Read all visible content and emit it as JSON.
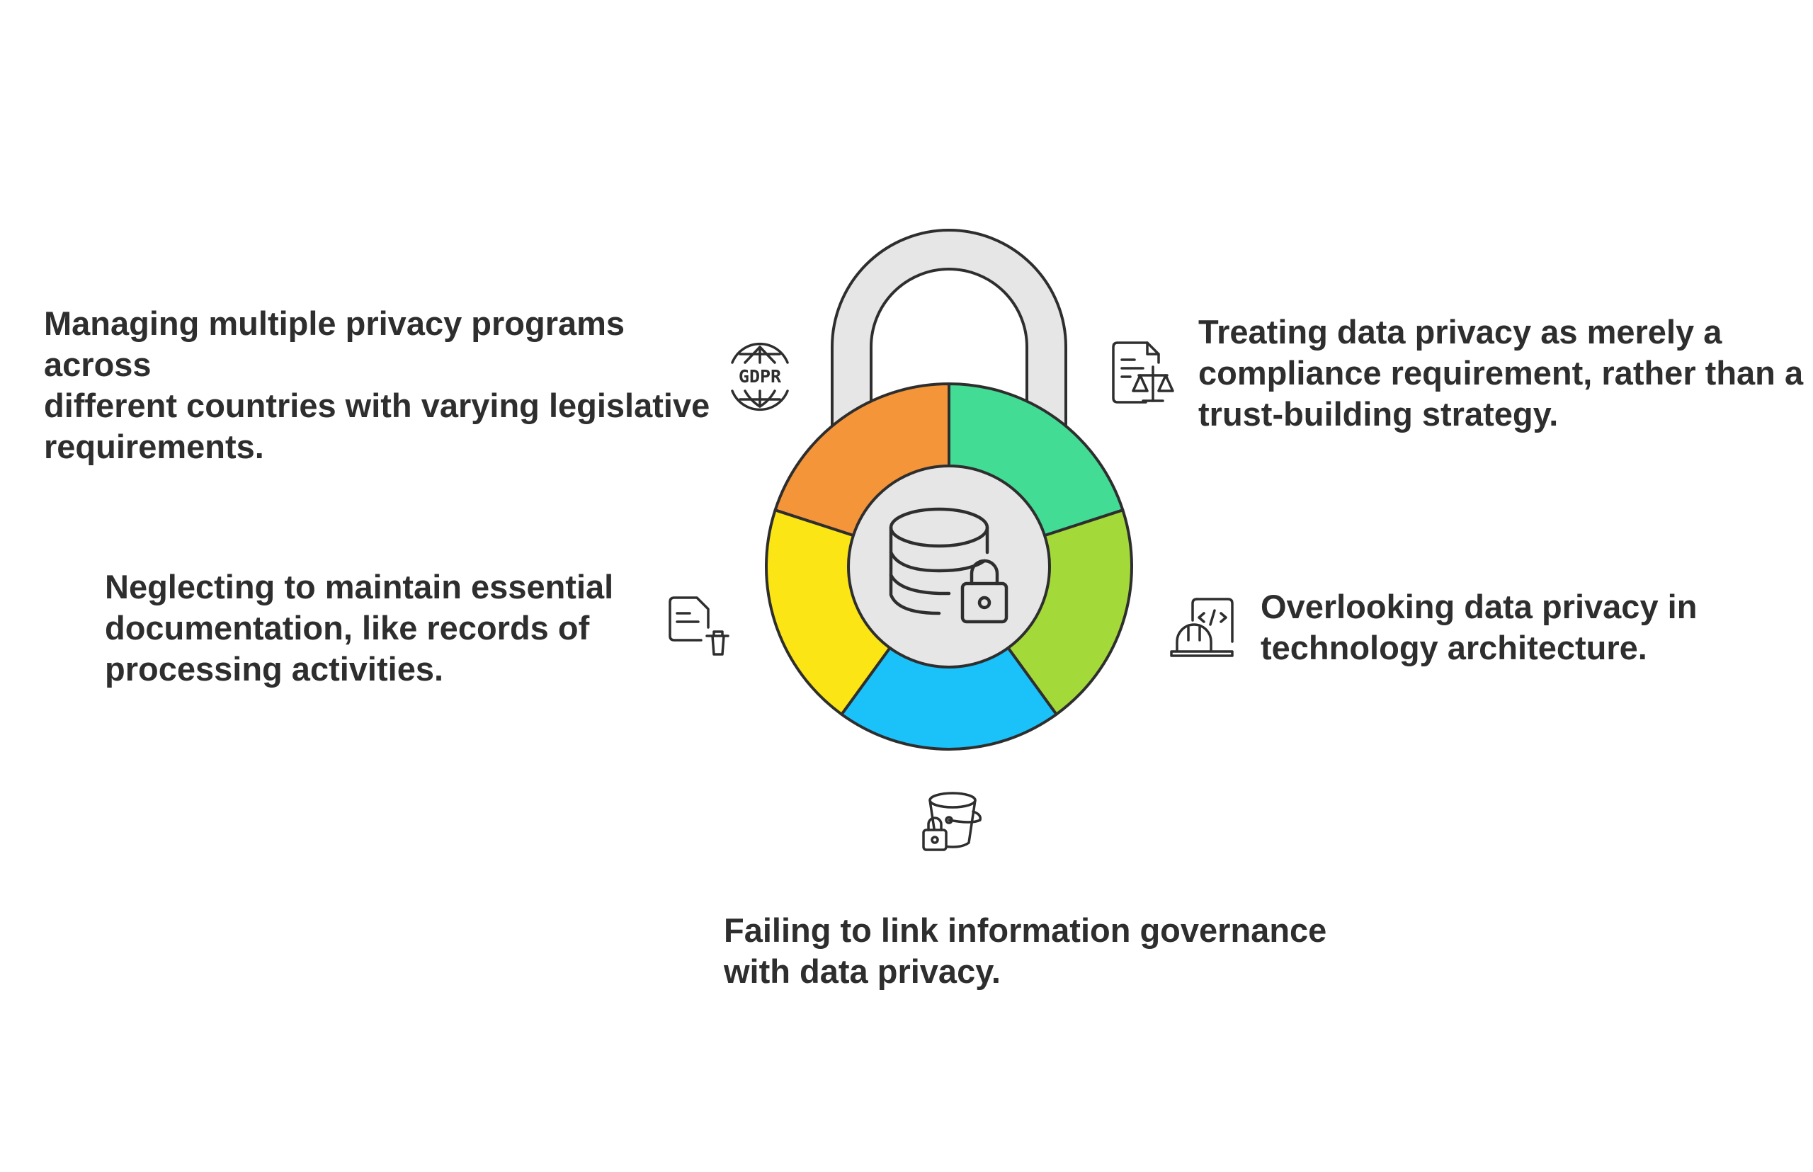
{
  "colors": {
    "shackle": "#e6e6e6",
    "outline": "#2e2e2e",
    "segment_orange": "#f5953a",
    "segment_teal": "#43dc95",
    "segment_lime": "#a4d93a",
    "segment_blue": "#1bc2fa",
    "segment_yellow": "#fce514",
    "center_disk": "#e6e6e6",
    "text": "#2e2e2e"
  },
  "center": {
    "icon": "database-lock-icon"
  },
  "items": [
    {
      "id": "gdpr",
      "text": "Managing multiple privacy programs across\ndifferent countries with varying legislative\nrequirements.",
      "icon": "gdpr-globe-icon",
      "icon_text": "GDPR"
    },
    {
      "id": "compliance",
      "text": "Treating data privacy as merely a\ncompliance requirement, rather than a\ntrust-building strategy.",
      "icon": "legal-document-scales-icon"
    },
    {
      "id": "documentation",
      "text": "Neglecting to maintain essential\ndocumentation, like records of\nprocessing activities.",
      "icon": "document-trash-icon"
    },
    {
      "id": "architecture",
      "text": "Overlooking data privacy in\ntechnology architecture.",
      "icon": "code-file-hardhat-icon"
    },
    {
      "id": "governance",
      "text": "Failing to link information governance\nwith data privacy.",
      "icon": "bucket-lock-icon"
    }
  ]
}
